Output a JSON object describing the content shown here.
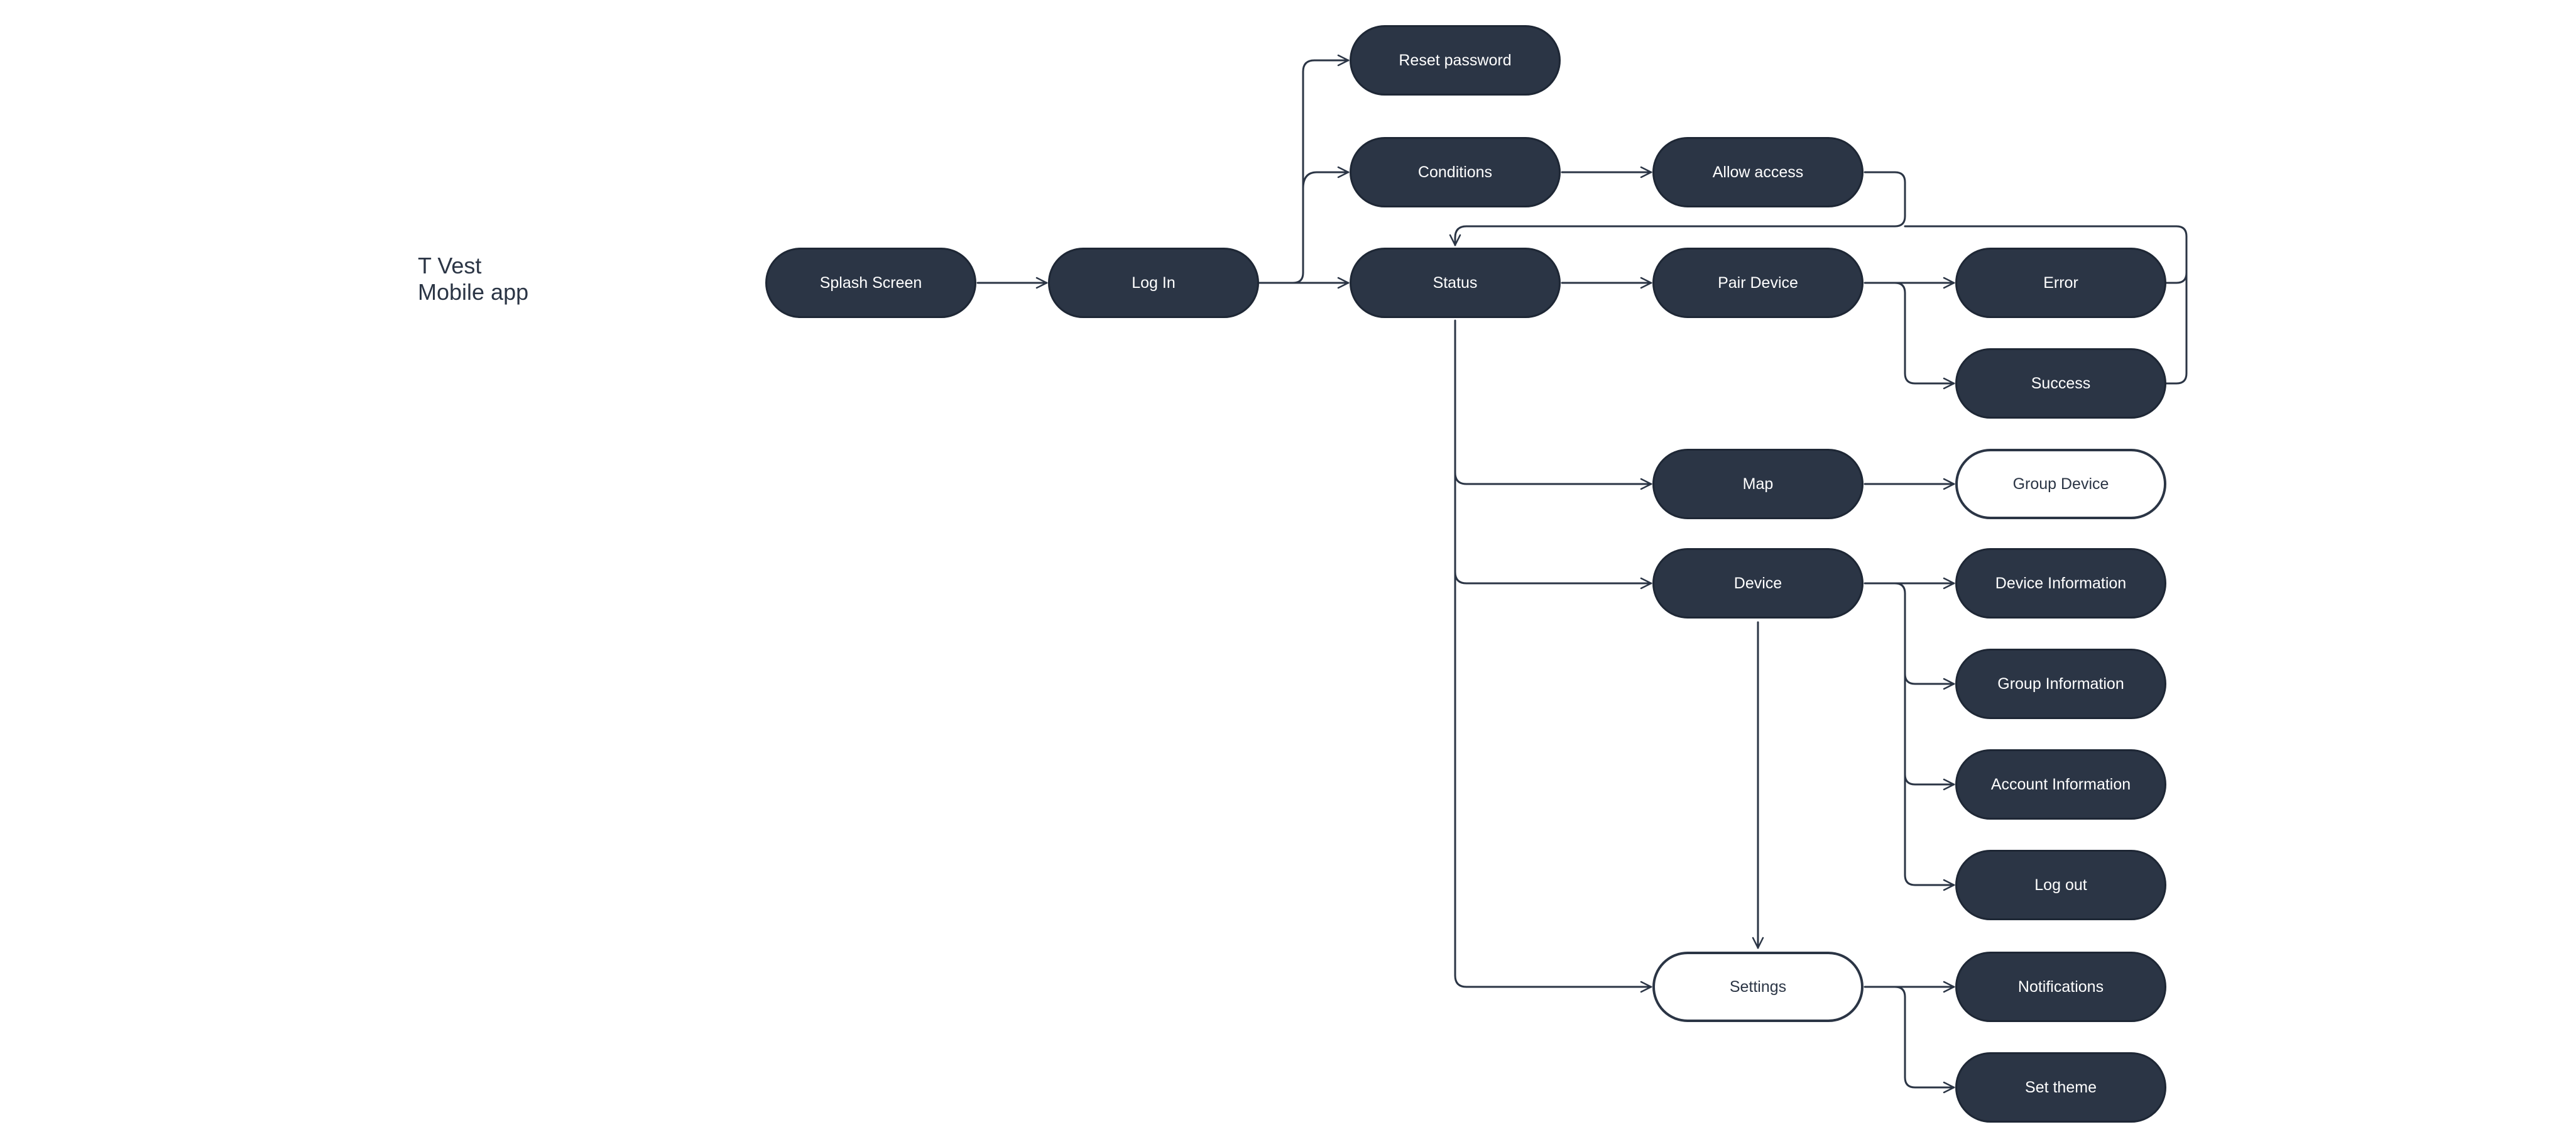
{
  "title": {
    "line1": "T Vest",
    "line2": "Mobile app"
  },
  "colors": {
    "node_fill": "#2b3545",
    "node_text": "#ffffff",
    "line": "#2b3545",
    "background": "#ffffff"
  },
  "nodes": {
    "splash_screen": "Splash Screen",
    "log_in": "Log In",
    "reset_password": "Reset password",
    "conditions": "Conditions",
    "allow_access": "Allow access",
    "status": "Status",
    "pair_device": "Pair Device",
    "error": "Error",
    "success": "Success",
    "map": "Map",
    "group_device": "Group Device",
    "device": "Device",
    "device_information": "Device Information",
    "group_information": "Group Information",
    "account_information": "Account Information",
    "log_out": "Log out",
    "settings": "Settings",
    "notifications": "Notifications",
    "set_theme": "Set theme"
  },
  "edges": [
    [
      "splash_screen",
      "log_in"
    ],
    [
      "log_in",
      "reset_password"
    ],
    [
      "log_in",
      "conditions"
    ],
    [
      "log_in",
      "status"
    ],
    [
      "conditions",
      "allow_access"
    ],
    [
      "allow_access",
      "status"
    ],
    [
      "status",
      "pair_device"
    ],
    [
      "pair_device",
      "error"
    ],
    [
      "pair_device",
      "success"
    ],
    [
      "error",
      "status"
    ],
    [
      "success",
      "status"
    ],
    [
      "status",
      "map"
    ],
    [
      "status",
      "device"
    ],
    [
      "status",
      "settings"
    ],
    [
      "map",
      "group_device"
    ],
    [
      "device",
      "device_information"
    ],
    [
      "device",
      "group_information"
    ],
    [
      "device",
      "account_information"
    ],
    [
      "device",
      "log_out"
    ],
    [
      "device",
      "settings"
    ],
    [
      "settings",
      "notifications"
    ],
    [
      "settings",
      "set_theme"
    ]
  ]
}
